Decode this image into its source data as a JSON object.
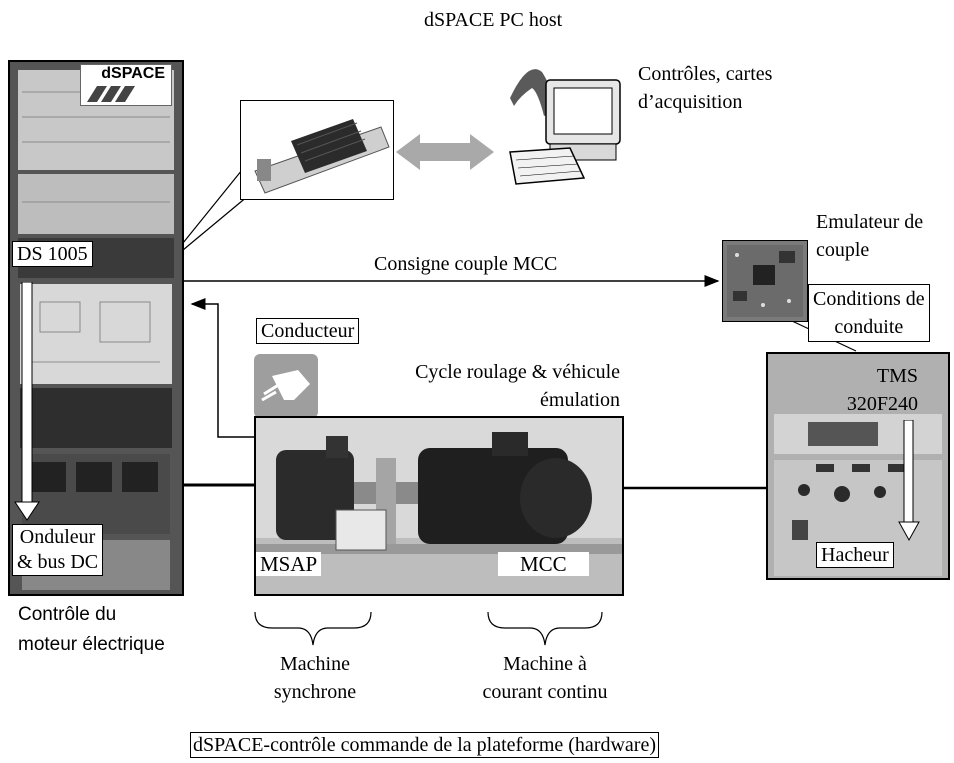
{
  "header": {
    "host_label": "dSPACE PC host"
  },
  "host": {
    "desc_line1": "Contrôles, cartes",
    "desc_line2": "d’acquisition"
  },
  "rack": {
    "logo": "dSPACE",
    "ds_label": "DS 1005",
    "inverter_line1": "Onduleur",
    "inverter_line2": "& bus DC",
    "control_line1": "Contrôle du",
    "control_line2": "moteur électrique"
  },
  "signals": {
    "torque_cmd": "Consigne couple MCC"
  },
  "emulator": {
    "title_line1": "Emulateur de",
    "title_line2": "couple",
    "conditions_line1": "Conditions de",
    "conditions_line2": "conduite"
  },
  "driver": {
    "label": "Conducteur",
    "cycle_line1": "Cycle roulage & véhicule",
    "cycle_line2": "émulation"
  },
  "bench": {
    "msap_label": "MSAP",
    "mcc_label": "MCC",
    "sync_line1": "Machine",
    "sync_line2": "synchrone",
    "dc_line1": "Machine à",
    "dc_line2": "courant continu"
  },
  "chopper": {
    "tms_line1": "TMS",
    "tms_line2": "320F240",
    "chopper_label": "Hacheur"
  },
  "caption": "dSPACE-contrôle commande de la plateforme (hardware)"
}
